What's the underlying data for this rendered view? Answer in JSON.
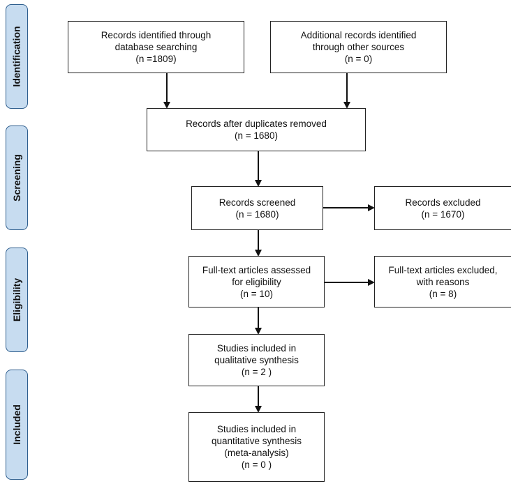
{
  "phases": {
    "identification": "Identification",
    "screening": "Screening",
    "eligibility": "Eligibility",
    "included": "Included"
  },
  "boxes": {
    "db_search": [
      "Records identified through",
      "database searching",
      "(n =1809)"
    ],
    "other_sources": [
      "Additional records identified",
      "through other sources",
      "(n = 0)"
    ],
    "duplicates_removed": [
      "Records after duplicates removed",
      "(n = 1680)"
    ],
    "screened": [
      "Records screened",
      "(n = 1680)"
    ],
    "excluded": [
      "Records excluded",
      "(n = 1670)"
    ],
    "fulltext_assessed": [
      "Full-text articles assessed",
      "for eligibility",
      "(n = 10)"
    ],
    "fulltext_excluded": [
      "Full-text articles excluded,",
      "with reasons",
      "(n = 8)"
    ],
    "qualitative": [
      "Studies included in",
      "qualitative synthesis",
      "(n = 2 )"
    ],
    "quantitative": [
      "Studies included in",
      "quantitative synthesis",
      "(meta-analysis)",
      "(n = 0 )"
    ]
  },
  "colors": {
    "phase_fill": "#c7dcf0",
    "phase_border": "#2d5d8d",
    "box_border": "#222222",
    "arrow": "#111111"
  }
}
